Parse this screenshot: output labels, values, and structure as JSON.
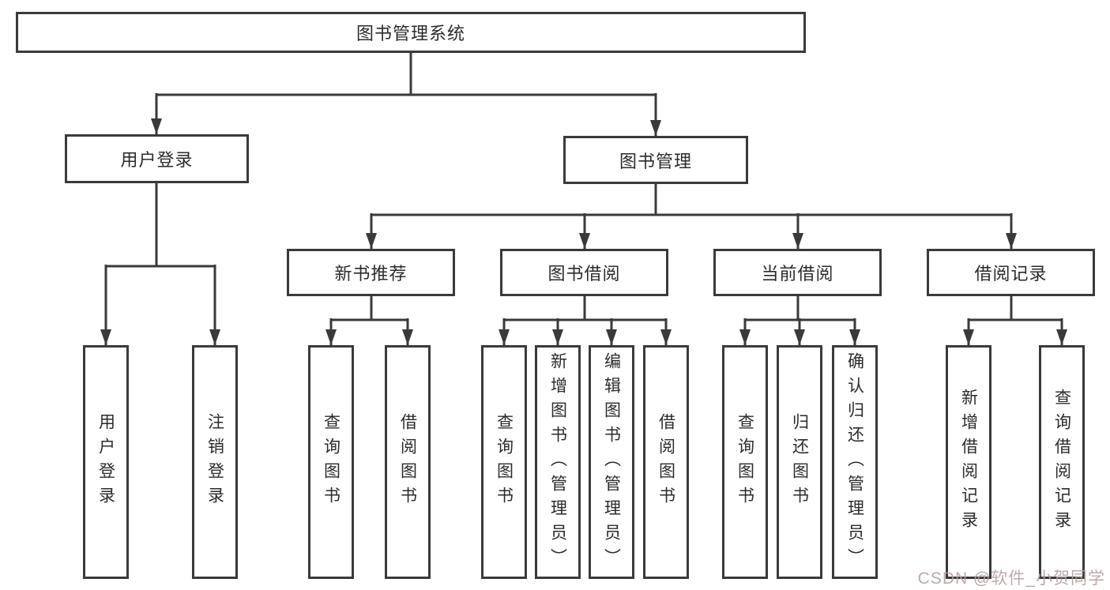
{
  "diagram": {
    "root": {
      "label": "图书管理系统",
      "children": [
        {
          "label": "用户登录",
          "children": [
            {
              "label": "用户登录"
            },
            {
              "label": "注销登录"
            }
          ]
        },
        {
          "label": "图书管理",
          "children": [
            {
              "label": "新书推荐",
              "children": [
                {
                  "label": "查询图书"
                },
                {
                  "label": "借阅图书"
                }
              ]
            },
            {
              "label": "图书借阅",
              "children": [
                {
                  "label": "查询图书"
                },
                {
                  "label": "新增图书（管理员）"
                },
                {
                  "label": "编辑图书（管理员）"
                },
                {
                  "label": "借阅图书"
                }
              ]
            },
            {
              "label": "当前借阅",
              "children": [
                {
                  "label": "查询图书"
                },
                {
                  "label": "归还图书"
                },
                {
                  "label": "确认归还（管理员）"
                }
              ]
            },
            {
              "label": "借阅记录",
              "children": [
                {
                  "label": "新增借阅记录"
                },
                {
                  "label": "查询借阅记录"
                }
              ]
            }
          ]
        }
      ]
    }
  },
  "watermark": {
    "text": "CSDN @软件_小贺同学",
    "color": "#b5a0a0"
  },
  "colors": {
    "line": "#3a3a3a",
    "box_border": "#3a3a3a",
    "box_background": "#ffffff",
    "text": "#2b2b2b",
    "page_background": "#ffffff"
  }
}
